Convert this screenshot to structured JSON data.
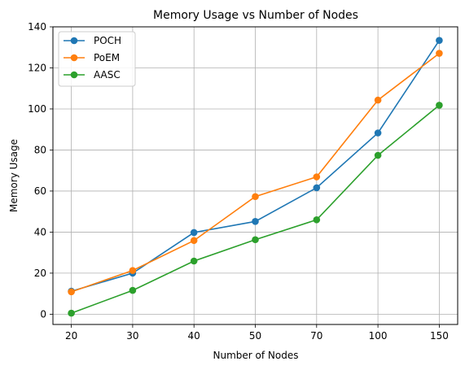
{
  "chart_data": {
    "type": "line",
    "title": "Memory Usage vs Number of Nodes",
    "xlabel": "Number of Nodes",
    "ylabel": "Memory Usage",
    "categories": [
      "20",
      "30",
      "40",
      "50",
      "70",
      "100",
      "150"
    ],
    "ylim": [
      -5,
      140
    ],
    "yticks": [
      0,
      20,
      40,
      60,
      80,
      100,
      120,
      140
    ],
    "grid": true,
    "legend_position": "top-left",
    "series": [
      {
        "name": "POCH",
        "color": "#1f77b4",
        "values": [
          11.2,
          20.0,
          39.8,
          45.2,
          61.6,
          88.3,
          133.4
        ]
      },
      {
        "name": "PoEM",
        "color": "#ff7f0e",
        "values": [
          10.9,
          21.3,
          35.9,
          57.3,
          66.9,
          104.3,
          127.1
        ]
      },
      {
        "name": "AASC",
        "color": "#2ca02c",
        "values": [
          0.5,
          11.6,
          25.9,
          36.3,
          46.0,
          77.4,
          101.8
        ]
      }
    ]
  }
}
